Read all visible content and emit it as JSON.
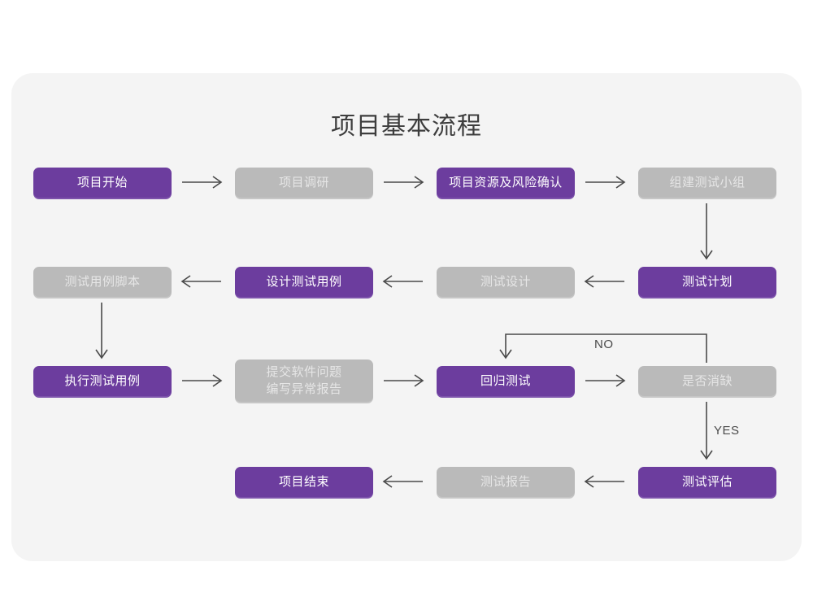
{
  "page": {
    "background": "#ffffff",
    "card_background": "#f4f4f4"
  },
  "title": "项目基本流程",
  "colors": {
    "purple": "#6c3d9e",
    "gray": "#bababa",
    "purple_text": "#ffffff",
    "gray_text": "#e6e6e6",
    "connector": "#4a4a4a",
    "title_text": "#3d3d3d"
  },
  "chart_data": {
    "type": "diagram",
    "title": "项目基本流程",
    "nodes": [
      {
        "id": "n1",
        "label": "项目开始",
        "style": "purple",
        "row": 1,
        "col": 1
      },
      {
        "id": "n2",
        "label": "项目调研",
        "style": "gray",
        "row": 1,
        "col": 2
      },
      {
        "id": "n3",
        "label": "项目资源及风险确认",
        "style": "purple",
        "row": 1,
        "col": 3
      },
      {
        "id": "n4",
        "label": "组建测试小组",
        "style": "gray",
        "row": 1,
        "col": 4
      },
      {
        "id": "n5",
        "label": "测试计划",
        "style": "purple",
        "row": 2,
        "col": 4
      },
      {
        "id": "n6",
        "label": "测试设计",
        "style": "gray",
        "row": 2,
        "col": 3
      },
      {
        "id": "n7",
        "label": "设计测试用例",
        "style": "purple",
        "row": 2,
        "col": 2
      },
      {
        "id": "n8",
        "label": "测试用例脚本",
        "style": "gray",
        "row": 2,
        "col": 1
      },
      {
        "id": "n9",
        "label": "执行测试用例",
        "style": "purple",
        "row": 3,
        "col": 1
      },
      {
        "id": "n10",
        "label": "提交软件问题\n编写异常报告",
        "style": "gray",
        "row": 3,
        "col": 2
      },
      {
        "id": "n11",
        "label": "回归测试",
        "style": "purple",
        "row": 3,
        "col": 3
      },
      {
        "id": "n12",
        "label": "是否消缺",
        "style": "gray",
        "row": 3,
        "col": 4
      },
      {
        "id": "n13",
        "label": "测试评估",
        "style": "purple",
        "row": 4,
        "col": 4
      },
      {
        "id": "n14",
        "label": "测试报告",
        "style": "gray",
        "row": 4,
        "col": 3
      },
      {
        "id": "n15",
        "label": "项目结束",
        "style": "purple",
        "row": 4,
        "col": 2
      }
    ],
    "edges": [
      {
        "from": "n1",
        "to": "n2",
        "label": "",
        "direction": "right"
      },
      {
        "from": "n2",
        "to": "n3",
        "label": "",
        "direction": "right"
      },
      {
        "from": "n3",
        "to": "n4",
        "label": "",
        "direction": "right"
      },
      {
        "from": "n4",
        "to": "n5",
        "label": "",
        "direction": "down"
      },
      {
        "from": "n5",
        "to": "n6",
        "label": "",
        "direction": "left"
      },
      {
        "from": "n6",
        "to": "n7",
        "label": "",
        "direction": "left"
      },
      {
        "from": "n7",
        "to": "n8",
        "label": "",
        "direction": "left"
      },
      {
        "from": "n8",
        "to": "n9",
        "label": "",
        "direction": "down"
      },
      {
        "from": "n9",
        "to": "n10",
        "label": "",
        "direction": "right"
      },
      {
        "from": "n10",
        "to": "n11",
        "label": "",
        "direction": "right"
      },
      {
        "from": "n11",
        "to": "n12",
        "label": "",
        "direction": "right"
      },
      {
        "from": "n12",
        "to": "n11",
        "label": "NO",
        "direction": "loop-up-left"
      },
      {
        "from": "n12",
        "to": "n13",
        "label": "YES",
        "direction": "down"
      },
      {
        "from": "n13",
        "to": "n14",
        "label": "",
        "direction": "left"
      },
      {
        "from": "n14",
        "to": "n15",
        "label": "",
        "direction": "left"
      }
    ],
    "edge_labels": {
      "no": "NO",
      "yes": "YES"
    }
  }
}
